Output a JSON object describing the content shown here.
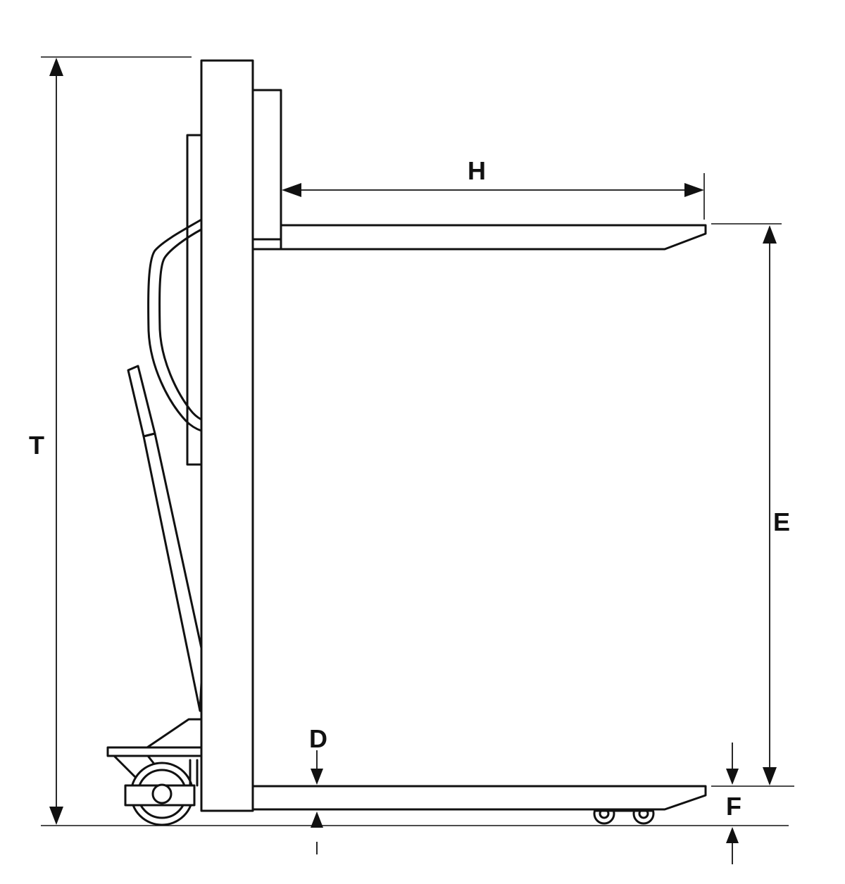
{
  "labels": {
    "T": "T",
    "H": "H",
    "E": "E",
    "D": "D",
    "F": "F"
  },
  "colors": {
    "line": "#111111",
    "background": "#ffffff"
  }
}
